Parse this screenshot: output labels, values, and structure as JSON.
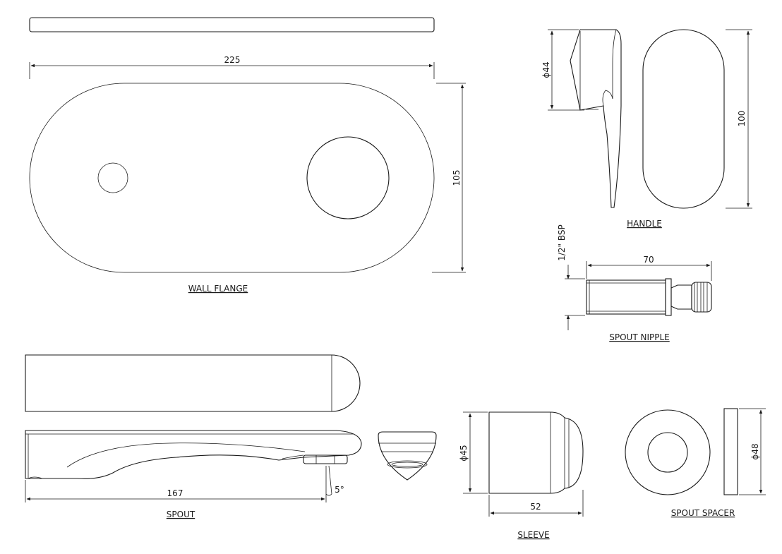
{
  "labels": {
    "wall_flange": "WALL FLANGE",
    "handle": "HANDLE",
    "spout_nipple": "SPOUT NIPPLE",
    "spout": "SPOUT",
    "sleeve": "SLEEVE",
    "spout_spacer": "SPOUT SPACER"
  },
  "dimensions": {
    "flange_width": "225",
    "flange_height": "105",
    "handle_diameter": "ϕ44",
    "handle_height": "100",
    "nipple_thread": "1/2\" BSP",
    "nipple_length": "70",
    "spout_length": "167",
    "spout_angle": "5°",
    "sleeve_diameter": "ϕ45",
    "sleeve_length": "52",
    "spacer_diameter": "ϕ48"
  },
  "colors": {
    "line": "#1a1a1a",
    "background": "#ffffff"
  }
}
